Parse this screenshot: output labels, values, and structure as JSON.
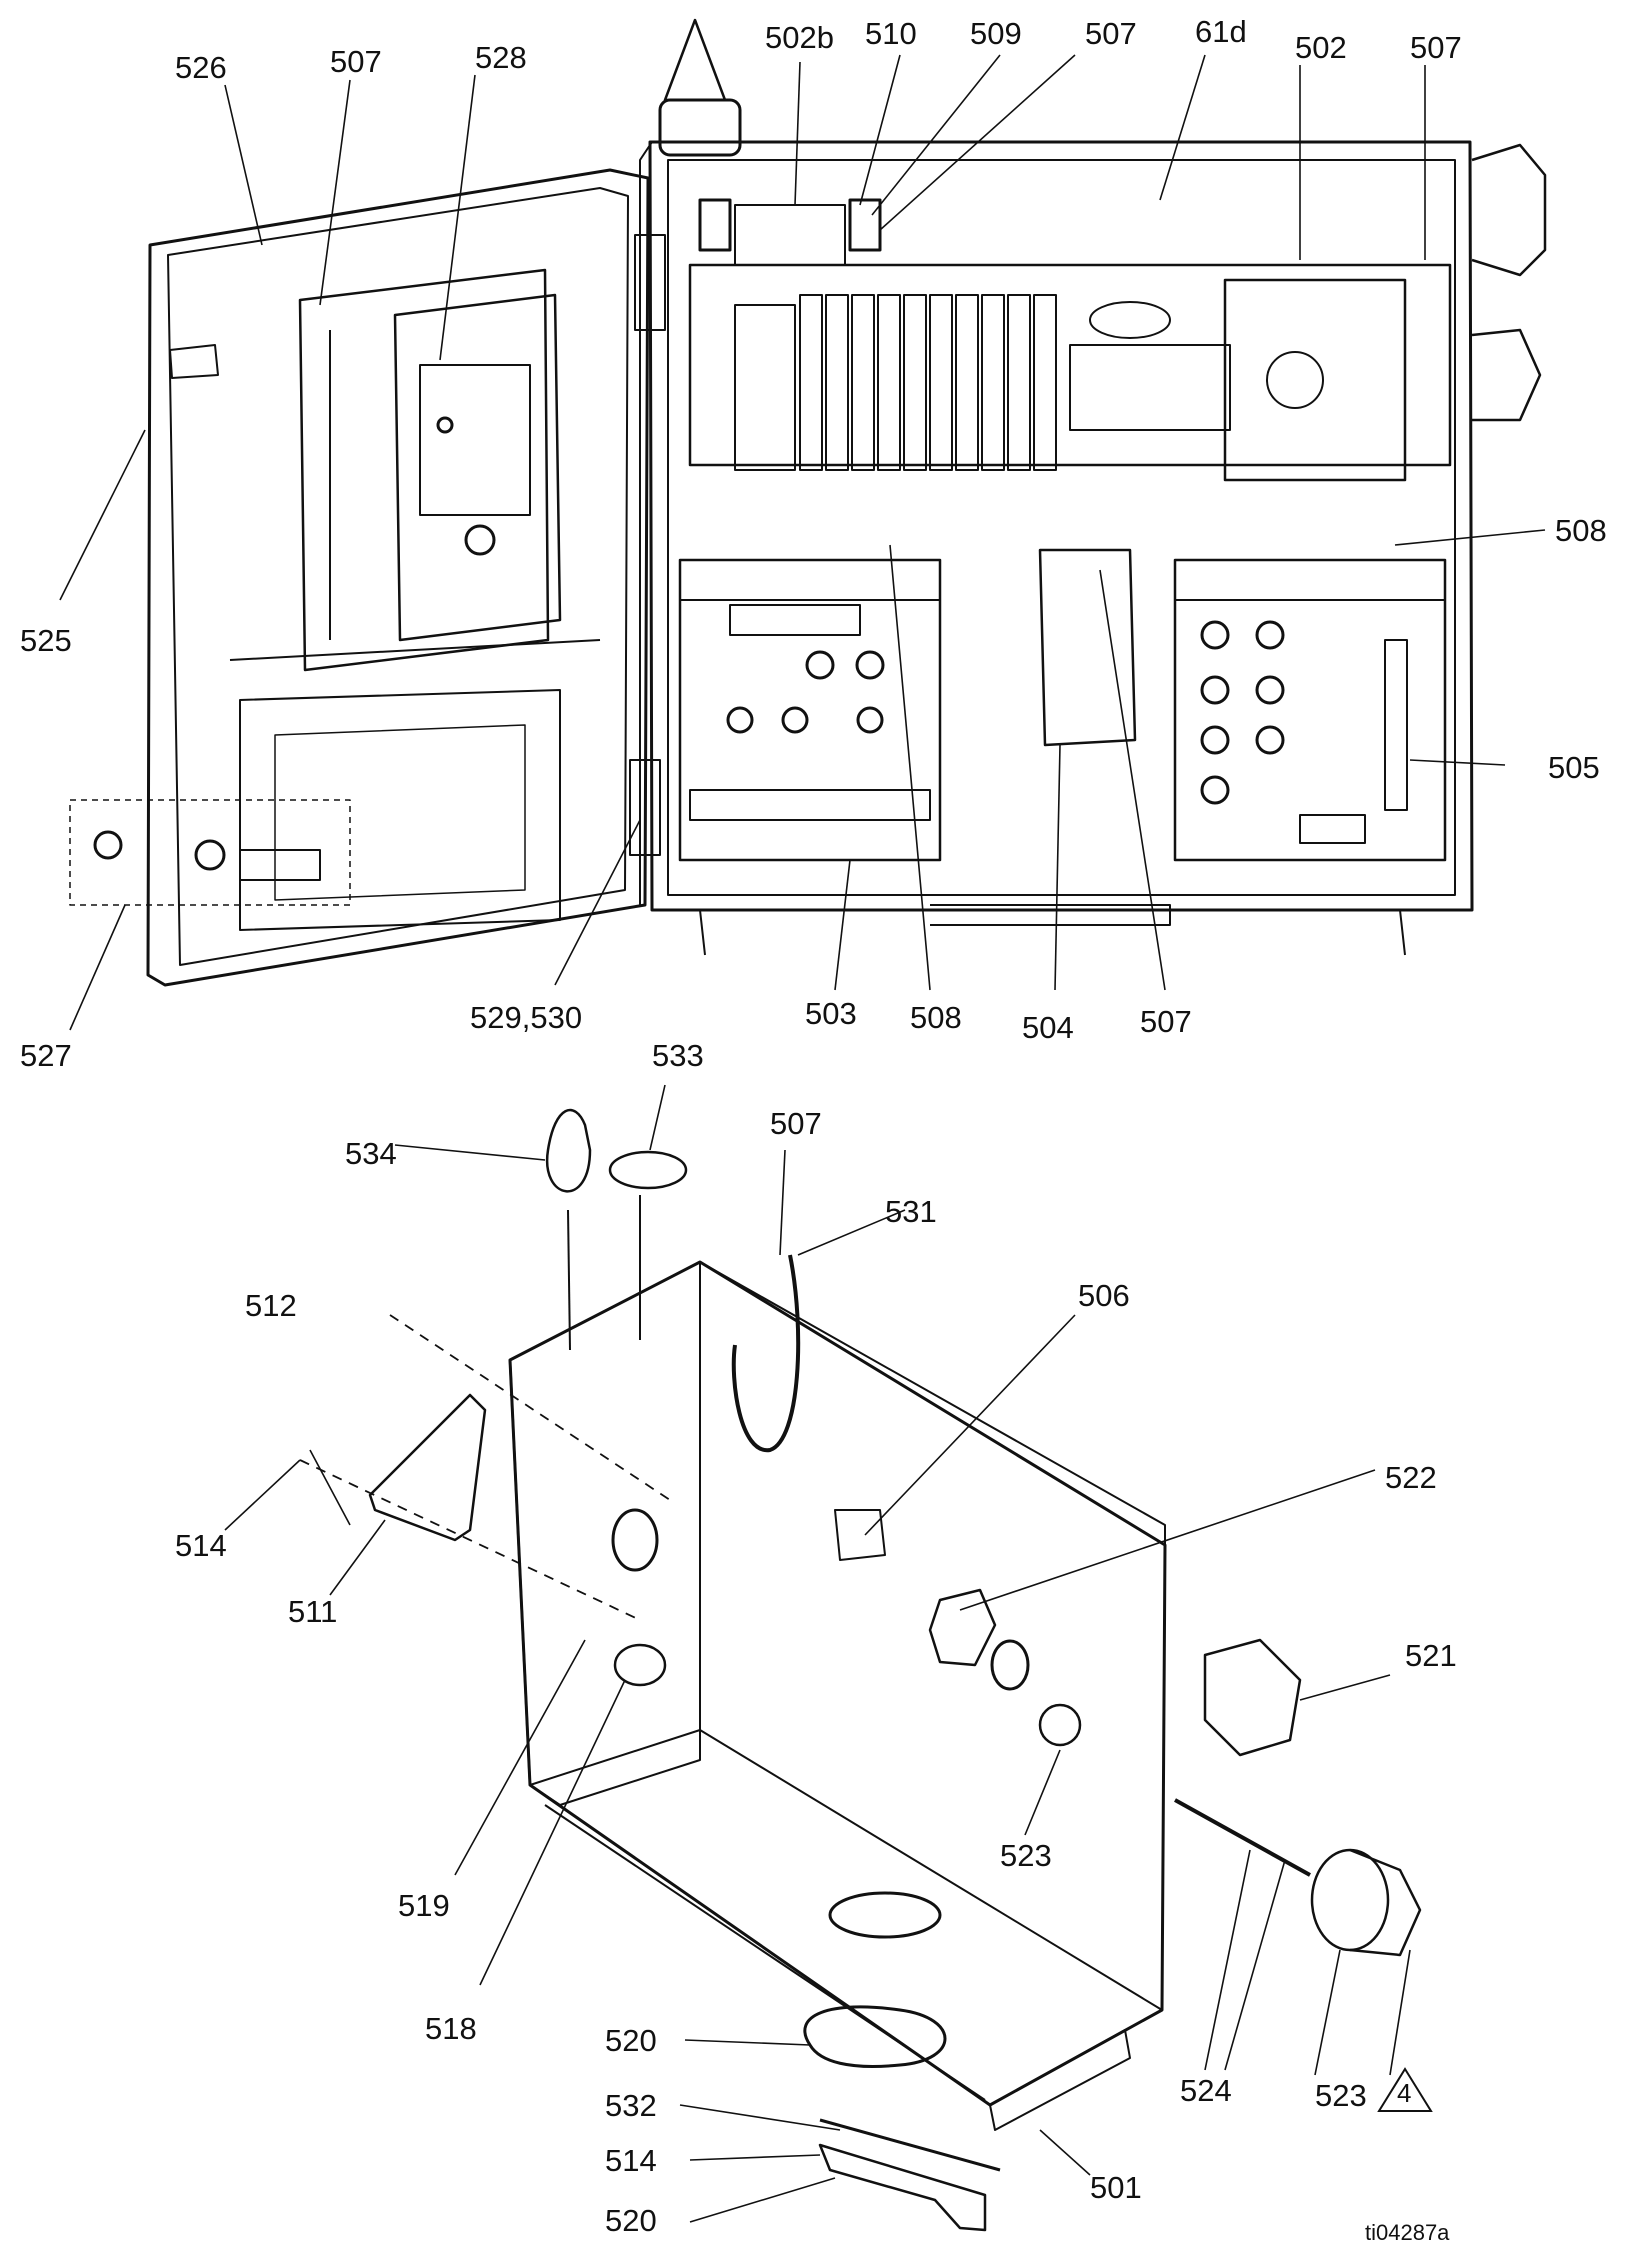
{
  "figure_id": "ti04287a",
  "labels": {
    "c502b": "502b",
    "c510": "510",
    "c509": "509",
    "c507a": "507",
    "c61d": "61d",
    "c502": "502",
    "c507b": "507",
    "c526": "526",
    "c507c": "507",
    "c528": "528",
    "c508a": "508",
    "c525": "525",
    "c505": "505",
    "c527": "527",
    "c529_530": "529,530",
    "c503": "503",
    "c508b": "508",
    "c504": "504",
    "c507d": "507",
    "c533": "533",
    "c534": "534",
    "c507e": "507",
    "c531": "531",
    "c506": "506",
    "c512": "512",
    "c514a": "514",
    "c511": "511",
    "c522": "522",
    "c521": "521",
    "c523a": "523",
    "c519": "519",
    "c518": "518",
    "c524": "524",
    "c523b": "523",
    "c523b_note": "4",
    "c520a": "520",
    "c532": "532",
    "c514b": "514",
    "c501": "501",
    "c520b": "520"
  }
}
